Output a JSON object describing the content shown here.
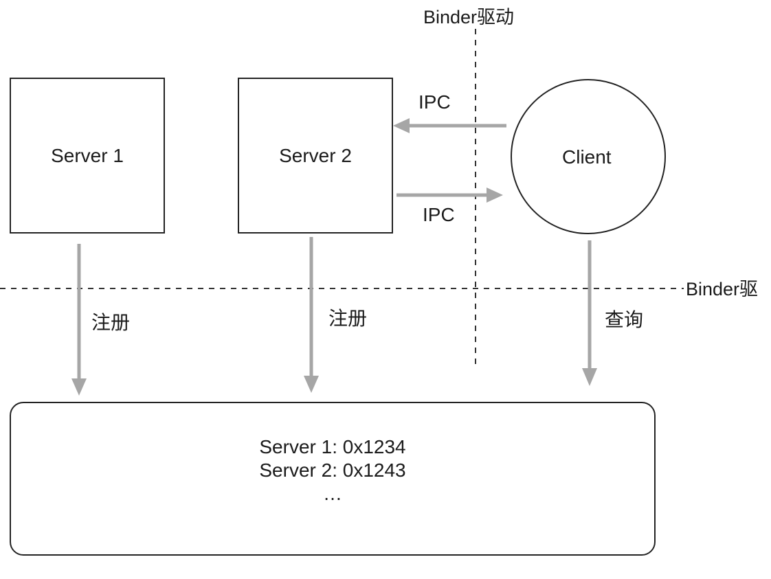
{
  "driver_label_top": "Binder驱动",
  "driver_label_right": "Binder驱",
  "nodes": {
    "server1": "Server 1",
    "server2": "Server 2",
    "client": "Client"
  },
  "ipc_top": "IPC",
  "ipc_bottom": "IPC",
  "register_1": "注册",
  "register_2": "注册",
  "query": "查询",
  "registry": {
    "lines": [
      "Server 1: 0x1234",
      "Server 2: 0x1243",
      "…"
    ]
  },
  "colors": {
    "arrow": "#a6a6a6",
    "stroke": "#222222",
    "dashed": "#333333"
  }
}
